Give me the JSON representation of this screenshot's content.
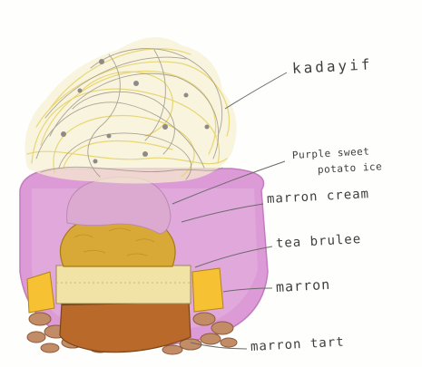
{
  "labels": {
    "kadayif": "kadayif",
    "purple_line1": "Purple sweet",
    "purple_line2": "potato ice",
    "marron_cream": "marron cream",
    "tea_brulee": "tea brulee",
    "marron": "marron",
    "marron_tart": "marron tart"
  },
  "colors": {
    "bowl_pink": "#d88fd0",
    "bowl_inner": "#e8b6e4",
    "purple_ice": "#dba7cf",
    "marron_cream": "#d8aa2f",
    "tea_brulee": "#f2df9a",
    "tart": "#b86a25",
    "marron_pieces": "#f5c02c",
    "nuts": "#c08a63",
    "kadayif_yellow": "#efe08a",
    "kadayif_grey": "#a79f95",
    "pencil": "#5a5a5a"
  }
}
